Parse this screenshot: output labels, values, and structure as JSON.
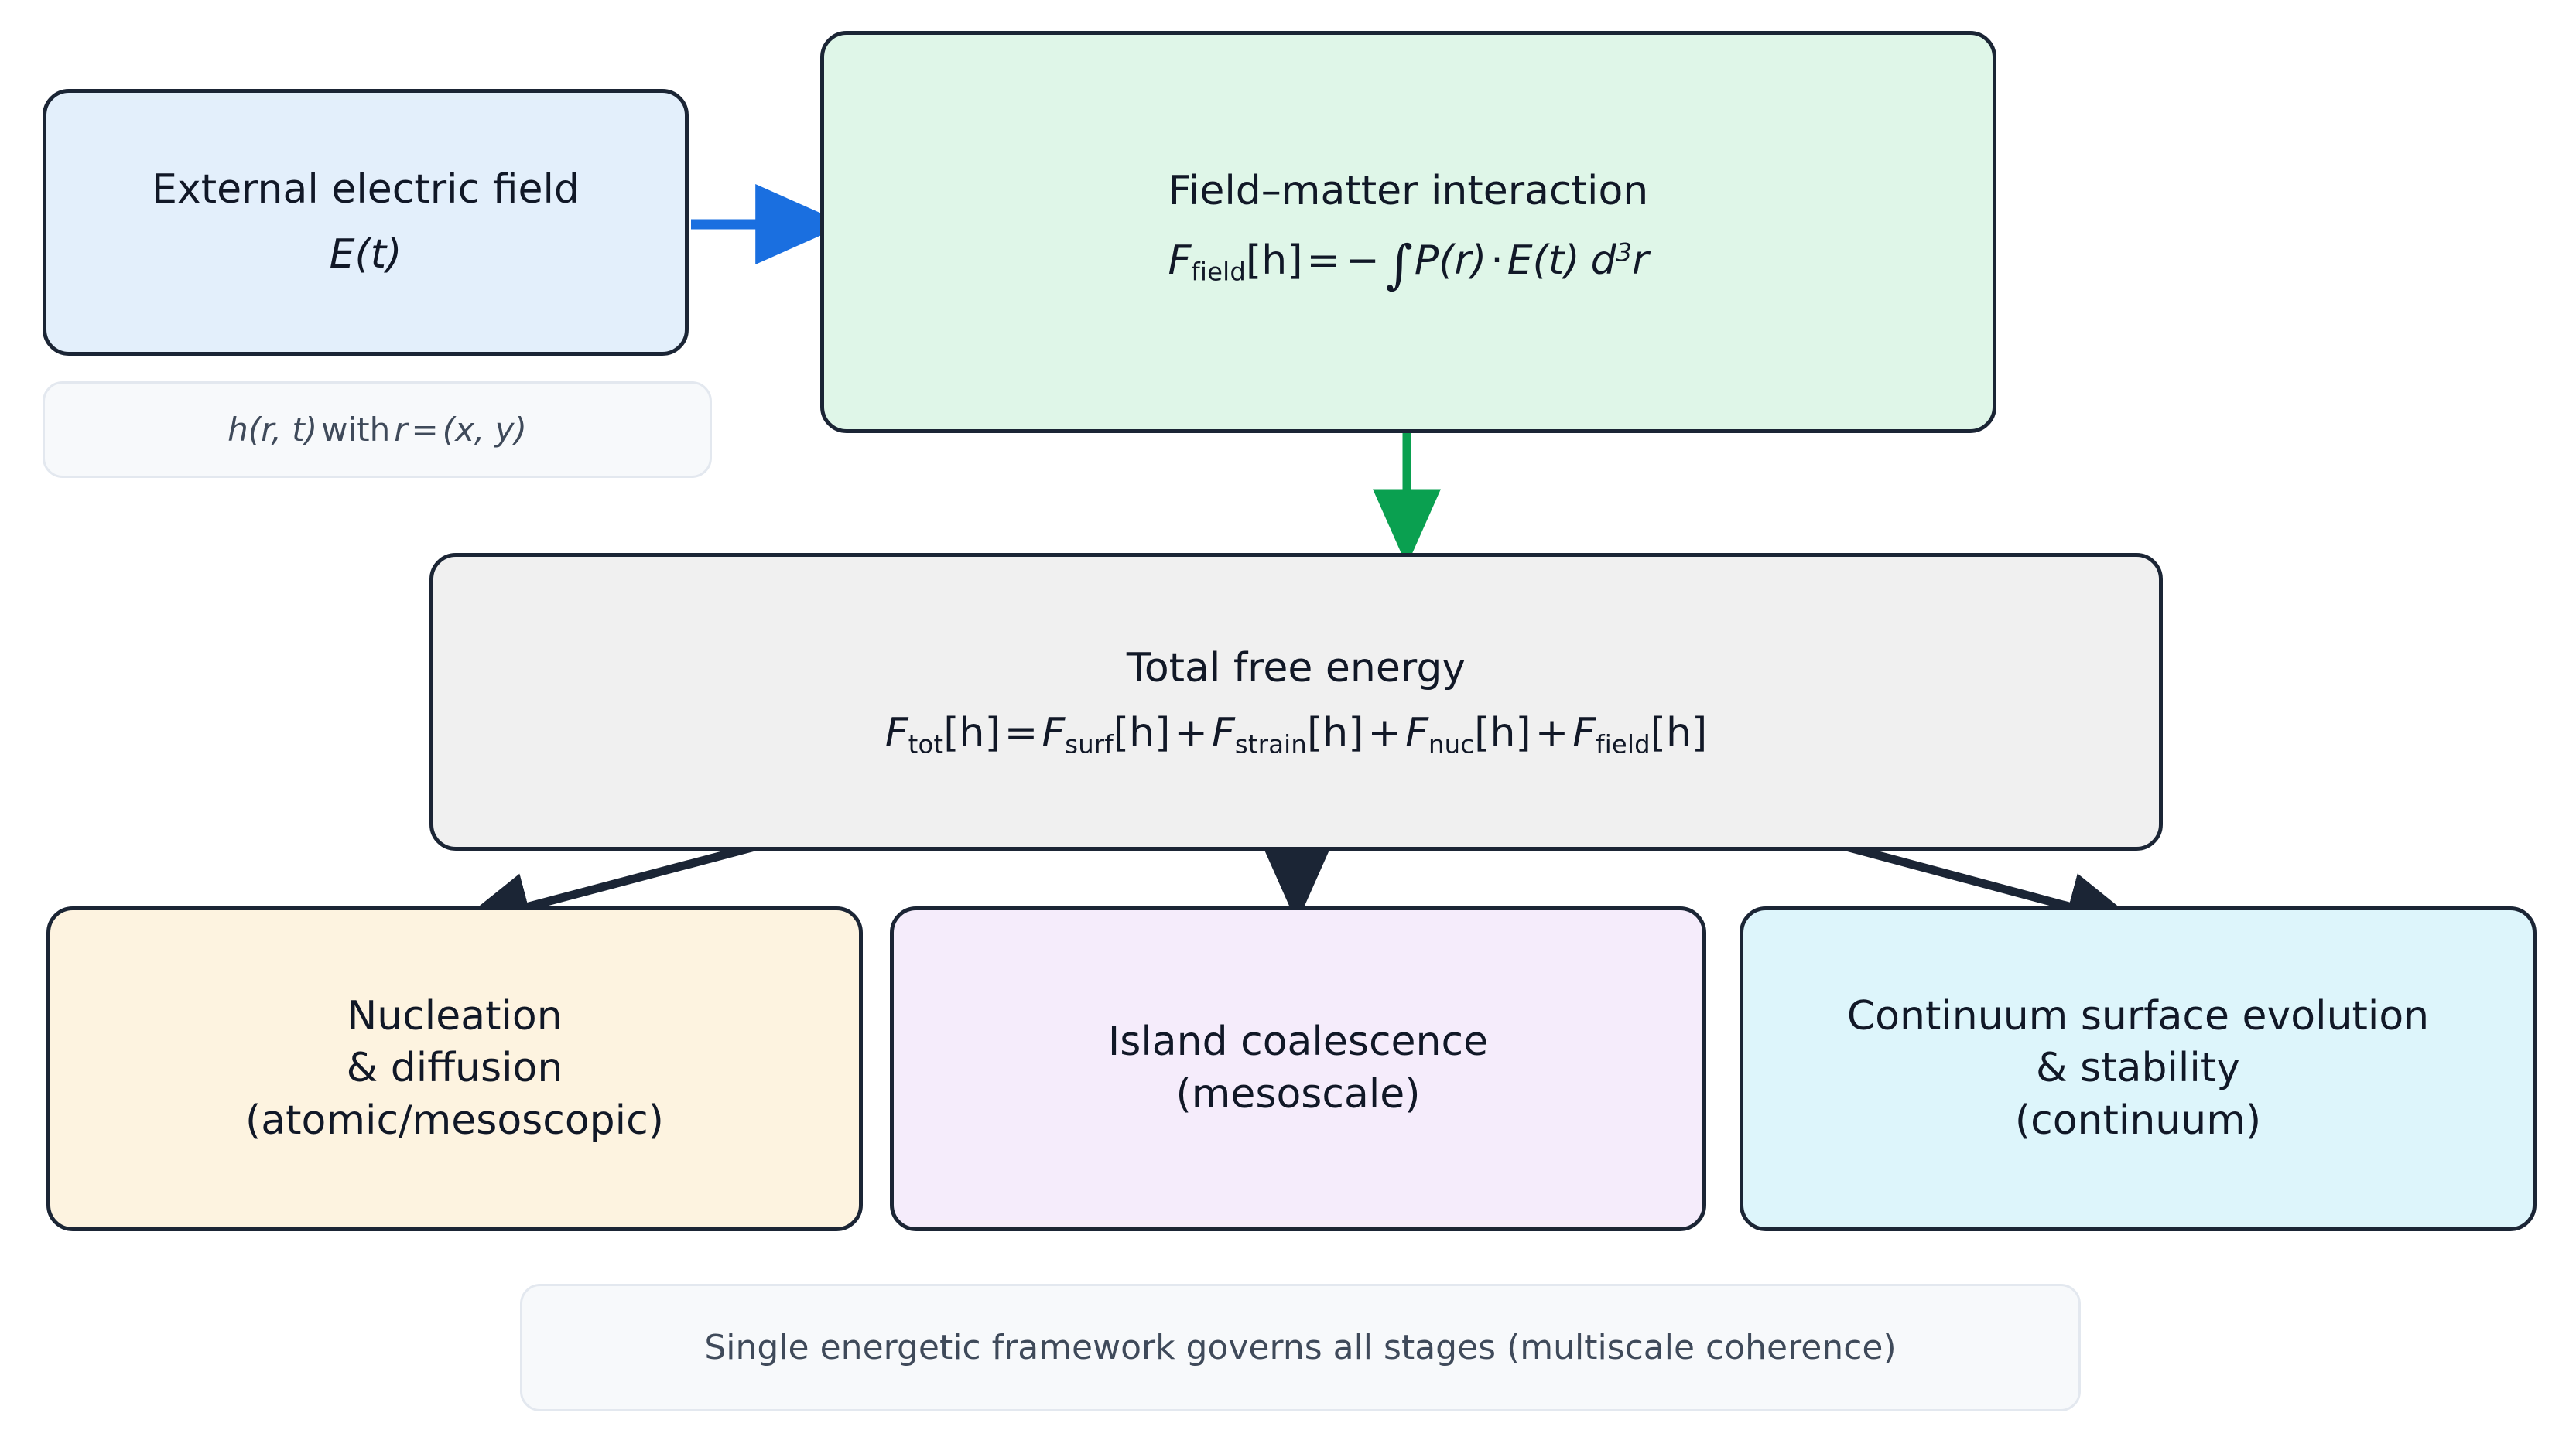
{
  "diagram": {
    "type": "flowchart",
    "title_shown": false,
    "colors": {
      "blue_fill": "#e3effb",
      "green_fill": "#dff6e8",
      "gray_fill": "#f0f0f0",
      "orange_fill": "#fdf3e0",
      "purple_fill": "#f5ecfb",
      "cyan_fill": "#ddf5fb",
      "node_border": "#1b2535",
      "arrow_blue": "#1a6fe0",
      "arrow_green": "#0aa050",
      "arrow_black": "#1b2535",
      "note_fill": "#f7f9fb",
      "note_border": "#e3e8ef"
    }
  },
  "nodes": {
    "field_source": {
      "title": "External electric field",
      "formula": {
        "var": "E",
        "arg": "(t)"
      }
    },
    "field_interaction": {
      "title": "Field–matter interaction",
      "formula": {
        "lhs_var": "F",
        "lhs_sub": "field",
        "lhs_bracket": "[h]",
        "equals": "=",
        "minus": "−",
        "integral": "∫",
        "polarization": "P(r)",
        "dot": "·",
        "efield": "E(t)",
        "measure_d": "d",
        "measure_exp": "3",
        "measure_var": "r"
      }
    },
    "total_energy": {
      "title": "Total free energy",
      "formula": {
        "lhs_var": "F",
        "lhs_sub": "tot",
        "bracket": "[h]",
        "equals": "=",
        "terms": [
          {
            "var": "F",
            "sub": "surf",
            "bracket": "[h]"
          },
          {
            "var": "F",
            "sub": "strain",
            "bracket": "[h]"
          },
          {
            "var": "F",
            "sub": "nuc",
            "bracket": "[h]"
          },
          {
            "var": "F",
            "sub": "field",
            "bracket": "[h]"
          }
        ],
        "plus": "+"
      }
    },
    "nucleation": {
      "line1": "Nucleation",
      "line2": "& diffusion",
      "line3": "(atomic/mesoscopic)"
    },
    "coalescence": {
      "line1": "Island coalescence",
      "line2": "(mesoscale)"
    },
    "continuum": {
      "line1": "Continuum surface evolution",
      "line2": "& stability",
      "line3": "(continuum)"
    }
  },
  "notes": {
    "height_field": {
      "h": "h",
      "h_args": "(r, t)",
      "with": "with",
      "r": "r",
      "equals": "=",
      "coords": "(x, y)"
    },
    "framework": "Single energetic framework governs all stages (multiscale coherence)"
  },
  "edges": [
    {
      "name": "field-source-to-interaction",
      "color": "#1a6fe0",
      "from": "field_source",
      "to": "field_interaction"
    },
    {
      "name": "interaction-to-total-energy",
      "color": "#0aa050",
      "from": "field_interaction",
      "to": "total_energy"
    },
    {
      "name": "total-energy-to-nucleation",
      "color": "#1b2535",
      "from": "total_energy",
      "to": "nucleation"
    },
    {
      "name": "total-energy-to-coalescence",
      "color": "#1b2535",
      "from": "total_energy",
      "to": "coalescence"
    },
    {
      "name": "total-energy-to-continuum",
      "color": "#1b2535",
      "from": "total_energy",
      "to": "continuum"
    }
  ]
}
